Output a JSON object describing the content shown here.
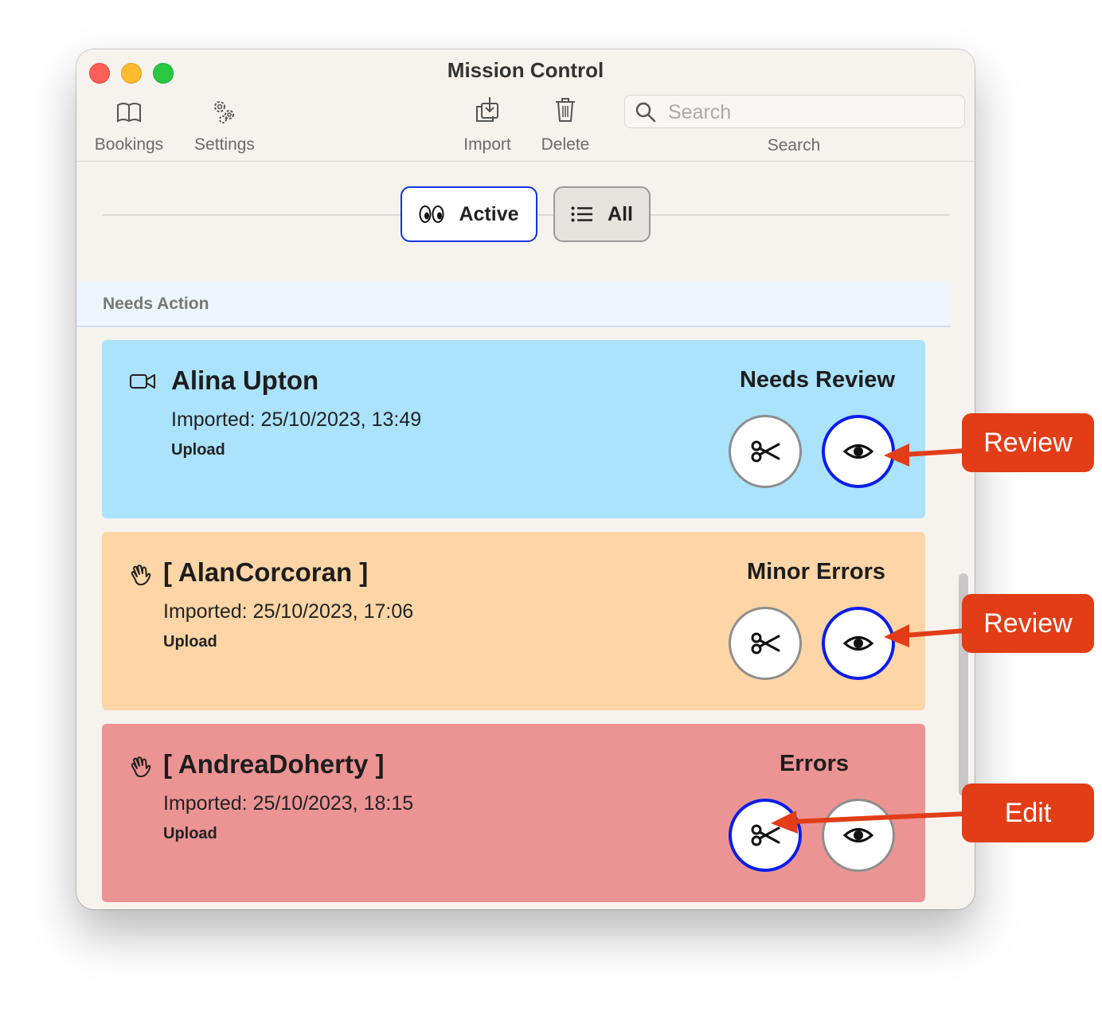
{
  "window": {
    "title": "Mission Control"
  },
  "toolbar": {
    "bookings_label": "Bookings",
    "settings_label": "Settings",
    "import_label": "Import",
    "delete_label": "Delete",
    "search_placeholder": "Search",
    "search_caption": "Search"
  },
  "filter": {
    "active_label": "Active",
    "all_label": "All",
    "selected": "Active"
  },
  "section": {
    "title": "Needs Action"
  },
  "cards": [
    {
      "name": "Alina Upton",
      "imported": "Imported: 25/10/2023, 13:49",
      "source": "Upload",
      "status": "Needs Review",
      "icon": "video-camera-icon",
      "color": "#abe2fc",
      "focused_button": "review"
    },
    {
      "name": "[ AlanCorcoran ]",
      "imported": "Imported: 25/10/2023, 17:06",
      "source": "Upload",
      "status": "Minor Errors",
      "icon": "waving-hand-icon",
      "color": "#fdd5a6",
      "focused_button": "review"
    },
    {
      "name": "[ AndreaDoherty ]",
      "imported": "Imported: 25/10/2023, 18:15",
      "source": "Upload",
      "status": "Errors",
      "icon": "waving-hand-icon",
      "color": "#ec9494",
      "focused_button": "edit"
    }
  ],
  "annotations": [
    {
      "label": "Review",
      "target": "card-1-review-button"
    },
    {
      "label": "Review",
      "target": "card-2-review-button"
    },
    {
      "label": "Edit",
      "target": "card-3-edit-button"
    }
  ],
  "colors": {
    "accent_focus": "#0a1ee8",
    "callout": "#e23d17",
    "window_bg": "#f6f3ef"
  }
}
